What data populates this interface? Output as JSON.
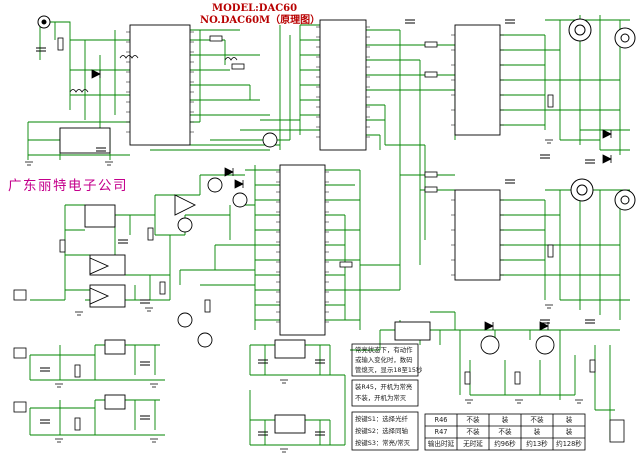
{
  "title": {
    "model": "MODEL:DAC60",
    "model_m": "NO.DAC60M（原理图）"
  },
  "company": "广东丽特电子公司",
  "notes": {
    "reset_note": [
      "常亮状态下，有动作",
      "或输入变化时，数码",
      "管熄灭，显示18至15秒"
    ],
    "r45_note": [
      "装R45，开机为常亮",
      "不装，开机为常灭"
    ],
    "key_notes": [
      "按键S1：选择光纤",
      "按键S2：选择同轴",
      "按键S3：常亮/常灭"
    ]
  },
  "table": {
    "rows": [
      [
        "R46",
        "不装",
        "装",
        "不装",
        "装"
      ],
      [
        "R47",
        "不装",
        "不装",
        "装",
        "装"
      ],
      [
        "输出时延",
        "无时延",
        "约96秒",
        "约13秒",
        "约128秒"
      ]
    ]
  },
  "colors": {
    "wire": "#008400",
    "part": "#000000",
    "title": "#b80000",
    "company": "#c4008c",
    "label": "#1a1a1a"
  }
}
